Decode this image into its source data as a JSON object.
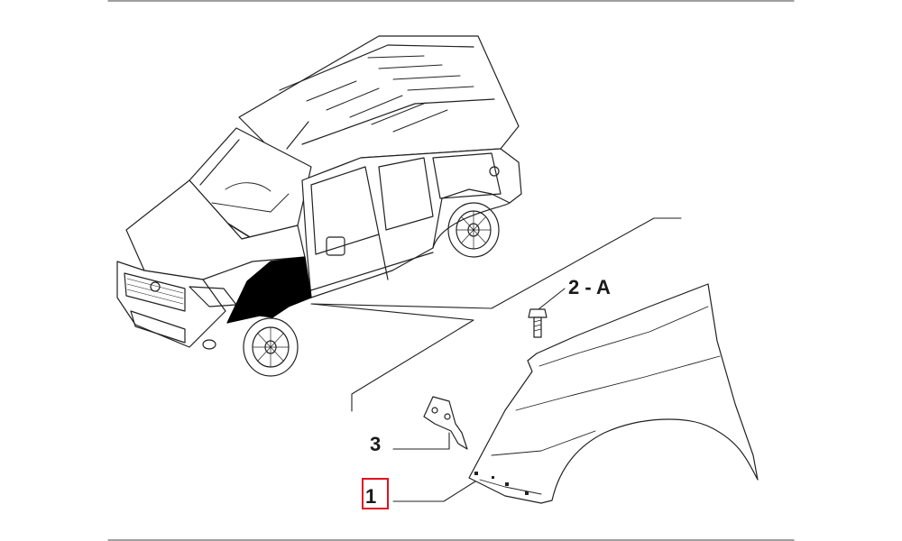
{
  "diagram": {
    "callouts": {
      "part1": "1",
      "part2a": "2 - A",
      "part3": "3"
    },
    "highlighted_part": "part1",
    "colors": {
      "line": "#222222",
      "fill_highlight": "#000000",
      "highlight_box": "#e0121f",
      "background": "#ffffff"
    }
  }
}
